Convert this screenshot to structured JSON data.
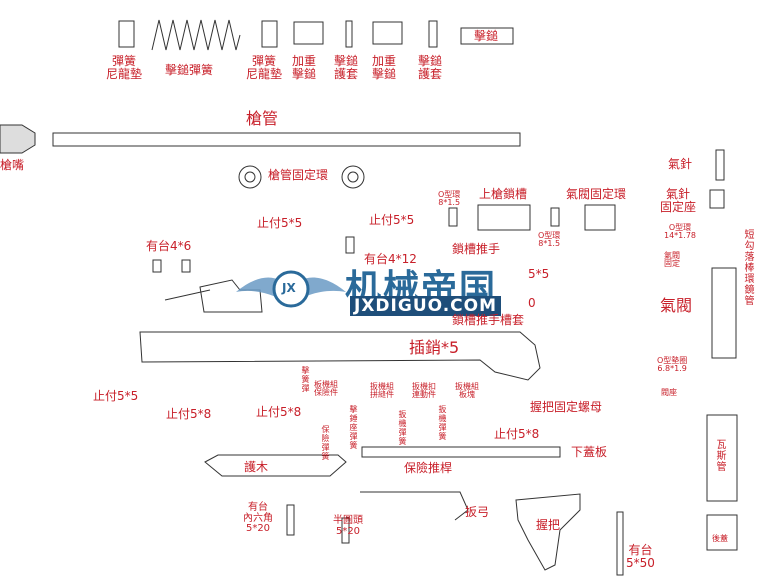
{
  "labels": {
    "spring_nylon_pad_1": "彈簧\n尼龍墊",
    "hammer_spring": "擊鎚彈簧",
    "spring_nylon_pad_2": "彈簧\n尼龍墊",
    "heavy_hammer_1": "加重\n擊鎚",
    "trigger_guard_sleeve": "擊鎚\n護套",
    "heavy_hammer_2": "加重\n擊鎚",
    "hammer_sleeve": "擊鎚\n護套",
    "hammer": "擊鎚",
    "barrel": "槍管",
    "muzzle": "槍嘴",
    "barrel_fixing_ring": "槍管固定環",
    "stop_5x5_a": "止付5*5",
    "stop_5x5_b": "止付5*5",
    "oring_a": "O型環\n8*1.5",
    "upper_lock_block": "上槍鎖槽",
    "gas_valve_fixing_ring": "氣閥固定環",
    "oring_b": "O型環\n8*1.5",
    "lock_pusher": "鎖槽推手",
    "firing_pin": "氣針",
    "firing_pin_seat": "氣針\n固定座",
    "oring_c": "O型環\n14*1.78",
    "gas_valve_small": "氣閥\n固定",
    "hook_bolt_screw": "短\n勾\n落\n棒\n環\n鏡\n管",
    "gas_valve": "氣閥",
    "oring_d": "O型墊圈\n6.8*1.9",
    "valve_seat": "閥座",
    "hex_4x6": "有台4*6",
    "hex_4x12": "有台4*12",
    "stop_5x5_c": "5*5",
    "num_10": "0",
    "lock_sleeve": "鎖槽推手槽套",
    "pin_5": "插銷*5",
    "stop_5x5_d": "止付5*5",
    "stop_5x8_a": "止付5*8",
    "stop_5x8_b": "止付5*8",
    "catch_spring": "擊\n簧\n彈",
    "safety_pin": "板機組\n保險件",
    "drop_spring": "擊\n錘\n座\n彈\n簧",
    "trigger_group": "扳機組\n拼縫件",
    "trigger_guard": "扳機扣\n連動件",
    "trigger_spring_a": "扳\n機\n彈\n簧",
    "trigger_plate": "扳機組\n板塊",
    "trigger_spring_b": "扳\n機\n彈\n簧",
    "fixing_screw": "握把固定螺母",
    "stop_5x8_c": "止付5*8",
    "lower_plate": "下蓋板",
    "handguard": "護木",
    "safety_push": "保險推桿",
    "trigger": "扳弓",
    "grip": "握把",
    "hex_5x20_a": "有台\n內六角\n5*20",
    "hex_5x20_b": "半圓頭\n5*20",
    "hex_5x50": "有台\n5*50",
    "gas_tube": "瓦\n斯\n管",
    "rear_cap": "後蓋",
    "safety_spring": "保\n險\n彈\n簧"
  },
  "logo": {
    "text": "机械帝国",
    "sub": "JXDIGUO.COM",
    "badge": "JX"
  }
}
